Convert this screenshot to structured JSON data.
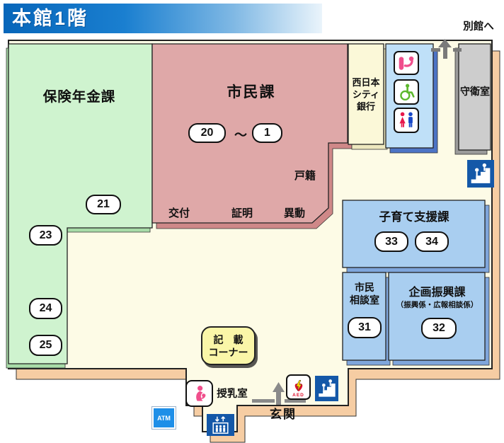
{
  "header": {
    "title": "本館1階"
  },
  "annex": {
    "label": "別館へ"
  },
  "rooms": {
    "insurance_pension": {
      "name": "保険年金課"
    },
    "citizens": {
      "name": "市民課",
      "range_tilde": "～",
      "labels": {
        "koseki": "戸籍",
        "kofu": "交付",
        "shomei": "証明",
        "ido": "異動"
      }
    },
    "bank": {
      "line1": "西日本",
      "line2": "シティ",
      "line3": "銀行"
    },
    "guard": {
      "name": "守衛室"
    },
    "child_support": {
      "name": "子育て支援課"
    },
    "consultation": {
      "line1": "市民",
      "line2": "相談室"
    },
    "planning": {
      "name": "企画振興課",
      "subtitle": "（振興係・広報相談係）"
    },
    "writing_corner": {
      "line1": "記　載",
      "line2": "コーナー"
    }
  },
  "badges": {
    "b20": "20",
    "b1": "1",
    "b21": "21",
    "b23": "23",
    "b24": "24",
    "b25": "25",
    "b31": "31",
    "b32": "32",
    "b33": "33",
    "b34": "34"
  },
  "facilities": {
    "nursing": "授乳室",
    "entrance": "玄関",
    "aed": "AED",
    "atm": "ATM"
  },
  "icons": [
    "baby-changing-icon",
    "wheelchair-icon",
    "toilet-icon",
    "stairs-icon-upper",
    "stairs-icon-lower",
    "elevator-icon",
    "aed-icon",
    "nursing-icon",
    "atm-icon",
    "entrance-arrow-icon",
    "annex-arrow-icon"
  ],
  "colors": {
    "banner_blue": "#0766BA",
    "floor_cream": "#FDFBE6",
    "wall_tan": "#F6CDA3",
    "room_green": "#CFF3CF",
    "room_pink": "#DFA8A8",
    "room_blue": "#A9CEF0",
    "panel_blue": "#BFE0F8",
    "bank_cream": "#FBF8D8",
    "guard_gray": "#CDCDCD",
    "corner_yellow": "#FAF6A8",
    "icon_blue": "#1458A8",
    "atm_blue": "#1E8FE8"
  }
}
